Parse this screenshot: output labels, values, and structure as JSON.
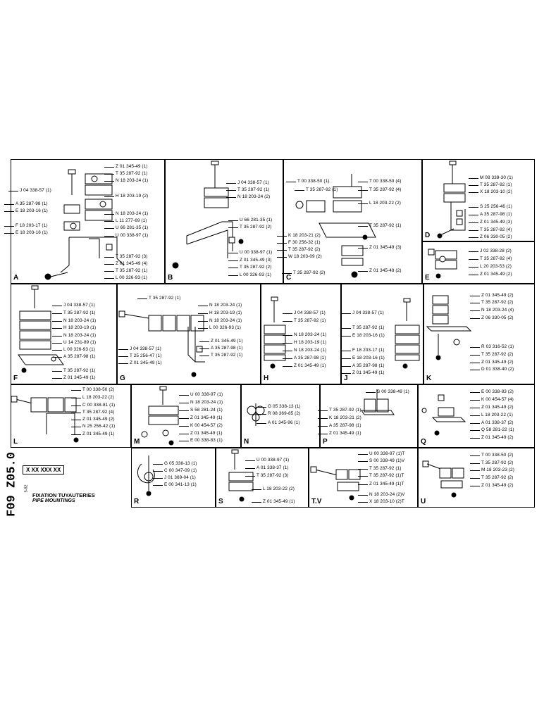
{
  "document": {
    "number": "F09 Z05.0",
    "marks": "X XX XXX XX",
    "side_code": "5-82",
    "title_fr": "FIXATION TUYAUTERIES",
    "title_en": "PIPE MOUNTINGS"
  },
  "panels": {
    "A": [
      "Z 01 345-49 (1)",
      "T 35 287-92 (1)",
      "N 18 203-24 (1)",
      "J 04 338-57 (1)",
      "H 18 203-19 (2)",
      "A 35 287-98 (1)",
      "E 18 203-16 (1)",
      "N 18 203-24 (1)",
      "L 11 277-69 (1)",
      "F 18 203-17 (1)",
      "U 66 281-35 (1)",
      "E 18 203-16 (1)",
      "U 00 338-97 (1)",
      "T 35 287-92 (3)",
      "Z 01 345-49 (4)",
      "T 35 287-92 (1)",
      "L 00 326-93 (1)"
    ],
    "B": [
      "J 04 338-57 (1)",
      "T 35 287-92 (1)",
      "N 18 203-24 (2)",
      "U 66 281-35 (1)",
      "T 35 287-92 (2)",
      "U 00 338-97 (1)",
      "Z 01 345-49 (3)",
      "T 35 287-92 (2)",
      "L 00 326-93 (1)"
    ],
    "C": [
      "T 00 338-50 (1)",
      "T 35 287-92 (1)",
      "T 00 338-50 (4)",
      "T 35 287-92 (4)",
      "L 18 203-22 (2)",
      "T 35 287-92 (1)",
      "K 18 203-21 (2)",
      "F 30 256-32 (1)",
      "T 35 287-92 (2)",
      "W 18 203-09 (2)",
      "Z 01 345-49 (3)",
      "T 35 287-92 (2)",
      "Z 01 345-49 (2)"
    ],
    "D": [
      "M 08 338-30 (1)",
      "T 35 287-92 (1)",
      "X 18 203-10 (2)",
      "S 25 256-46 (1)",
      "A 35 287-98 (1)",
      "Z 01 345-49 (3)",
      "T 35 287-92 (4)",
      "Z 06 330-05 (2)"
    ],
    "E": [
      "J 02 338-28 (2)",
      "T 35 287-92 (4)",
      "L 20 203-53 (2)",
      "Z 01 345-49 (2)"
    ],
    "F": [
      "J 04 338-57 (1)",
      "T 35 287-92 (1)",
      "N 18 203-24 (1)",
      "H 18 203-19 (1)",
      "N 18 203-24 (1)",
      "U 14 231-89 (1)",
      "L 00 326-93 (1)",
      "A 35 287-98 (1)",
      "T 35 287-92 (1)",
      "Z 01 345-49 (1)"
    ],
    "G": [
      "T 35 287-92 (1)",
      "N 18 203-24 (1)",
      "H 18 203-19 (1)",
      "N 18 203-24 (1)",
      "L 00 326-93 (1)",
      "J 04 338-57 (1)",
      "T 25 256-47 (1)",
      "Z 01 345-49 (1)",
      "Z 01 345-49 (1)",
      "A 35 287-98 (1)",
      "T 35 287-92 (1)"
    ],
    "H": [
      "J 04 338-57 (1)",
      "T 35 287-92 (1)",
      "N 18 203-24 (1)",
      "H 18 203-19 (1)",
      "N 18 203-24 (1)",
      "A 35 287-98 (1)",
      "Z 01 345-49 (1)"
    ],
    "J": [
      "J 04 338-57 (1)",
      "T 35 287-92 (1)",
      "E 18 203-16 (1)",
      "F 18 203-17 (1)",
      "E 18 203-16 (1)",
      "A 35 287-98 (1)",
      "Z 01 345-49 (1)"
    ],
    "K": [
      "Z 01 345-49 (2)",
      "T 35 287-92 (2)",
      "N 18 203-24 (4)",
      "Z 06 330-05 (2)",
      "R 03 316-52 (1)",
      "T 35 287-92 (2)",
      "Z 01 345-49 (2)",
      "D 01 338-40 (2)"
    ],
    "L": [
      "T 00 338-50 (2)",
      "L 18 203-22 (2)",
      "C 00 338-81 (1)",
      "T 35 287-92 (4)",
      "Z 01 345-49 (2)",
      "N 25 256-42 (1)",
      "Z 01 345-49 (1)"
    ],
    "M": [
      "U 00 338-97 (1)",
      "N 18 203-24 (1)",
      "S 58 281-24 (1)",
      "Z 01 345-49 (1)",
      "K 00 454-57 (2)",
      "Z 01 345-49 (1)",
      "E 00 338-83 (1)"
    ],
    "N": [
      "G 05 338-13 (1)",
      "R 08 369-85 (2)",
      "A 01 345-96 (1)"
    ],
    "P": [
      "S 00 338-49 (1)",
      "T 35 287-92 (1)",
      "K 18 203-21 (2)",
      "A 35 287-98 (1)",
      "Z 01 345-49 (1)"
    ],
    "Q": [
      "E 00 338-83 (2)",
      "K 00 454-57 (4)",
      "Z 01 345-49 (2)",
      "L 18 203-22 (1)",
      "A 01 338-37 (2)",
      "Q 58 281-22 (1)",
      "Z 01 345-49 (2)"
    ],
    "R": [
      "G 05 338-13 (1)",
      "C 00 347-09 (1)",
      "J 01 369-04 (1)",
      "E 00 341-13 (1)"
    ],
    "S": [
      "U 00 338-97 (1)",
      "A 01 338-37 (1)",
      "T 35 287-92 (3)",
      "L 18 203-22 (2)",
      "Z 01 345-49 (1)"
    ],
    "TV": [
      "U 00 338-97 (1)T",
      "S 00 338-49 (1)V",
      "T 35 287-92 (1)",
      "T 35 287-92 (1)T",
      "Z 01 345-49 (1)T",
      "N 18 203-24 (2)V",
      "X 18 203-10 (2)T"
    ],
    "U": [
      "T 00 338-50 (2)",
      "T 35 287-92 (2)",
      "M 18 203-23 (2)",
      "T 35 287-92 (2)",
      "Z 01 345-49 (2)"
    ]
  },
  "panel_letters": {
    "A": "A",
    "B": "B",
    "C": "C",
    "D": "D",
    "E": "E",
    "F": "F",
    "G": "G",
    "H": "H",
    "J": "J",
    "K": "K",
    "L": "L",
    "M": "M",
    "N": "N",
    "P": "P",
    "Q": "Q",
    "R": "R",
    "S": "S",
    "TV": "T.V",
    "U": "U"
  }
}
